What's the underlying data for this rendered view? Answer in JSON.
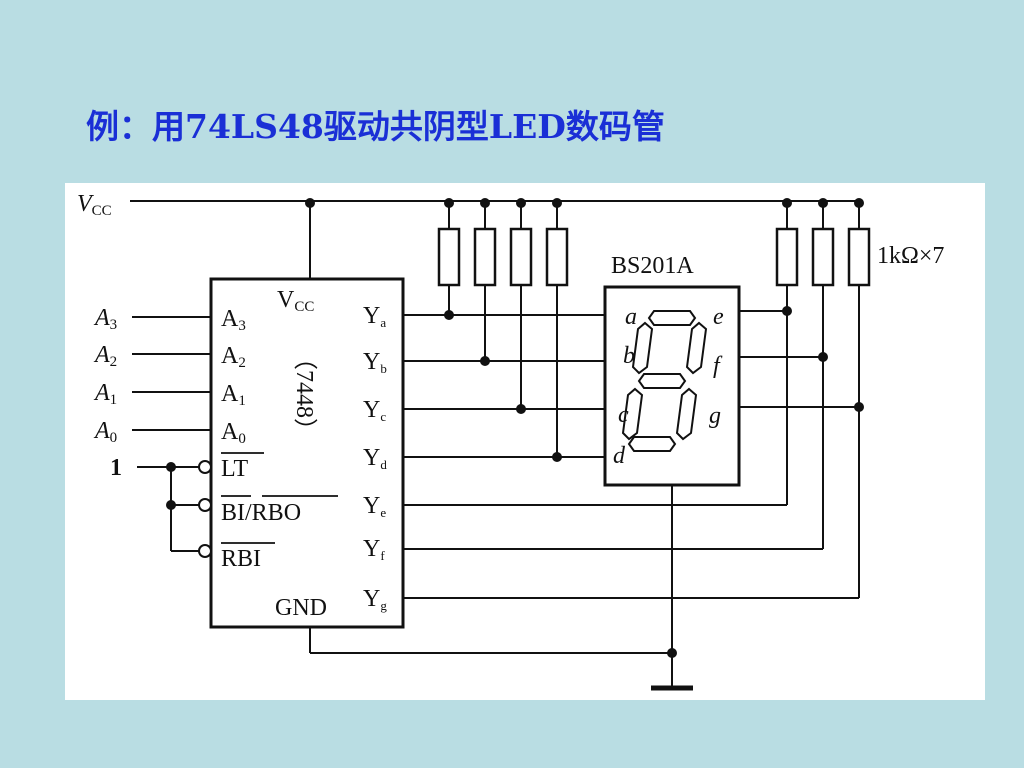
{
  "slide": {
    "title": "例：用74LS48驱动共阴型LED数码管"
  },
  "diagram": {
    "supply": {
      "main": "V",
      "sub": "CC"
    },
    "inputs": [
      {
        "main": "A",
        "sub": "3"
      },
      {
        "main": "A",
        "sub": "2"
      },
      {
        "main": "A",
        "sub": "1"
      },
      {
        "main": "A",
        "sub": "0"
      }
    ],
    "logic_one": "1",
    "ic": {
      "vcc": {
        "main": "V",
        "sub": "CC"
      },
      "part": "（7448）",
      "gnd": "GND",
      "left_pins": [
        {
          "main": "A",
          "sub": "3"
        },
        {
          "main": "A",
          "sub": "2"
        },
        {
          "main": "A",
          "sub": "1"
        },
        {
          "main": "A",
          "sub": "0"
        }
      ],
      "lt": "LT",
      "bi": "BI",
      "slash": "/",
      "rbo": "RBO",
      "rbi": "RBI",
      "outputs": [
        {
          "main": "Y",
          "sub": "a"
        },
        {
          "main": "Y",
          "sub": "b"
        },
        {
          "main": "Y",
          "sub": "c"
        },
        {
          "main": "Y",
          "sub": "d"
        },
        {
          "main": "Y",
          "sub": "e"
        },
        {
          "main": "Y",
          "sub": "f"
        },
        {
          "main": "Y",
          "sub": "g"
        }
      ]
    },
    "display": {
      "name": "BS201A",
      "segments": [
        "a",
        "b",
        "c",
        "d",
        "e",
        "f",
        "g"
      ]
    },
    "resistors_label": "1kΩ×7"
  }
}
